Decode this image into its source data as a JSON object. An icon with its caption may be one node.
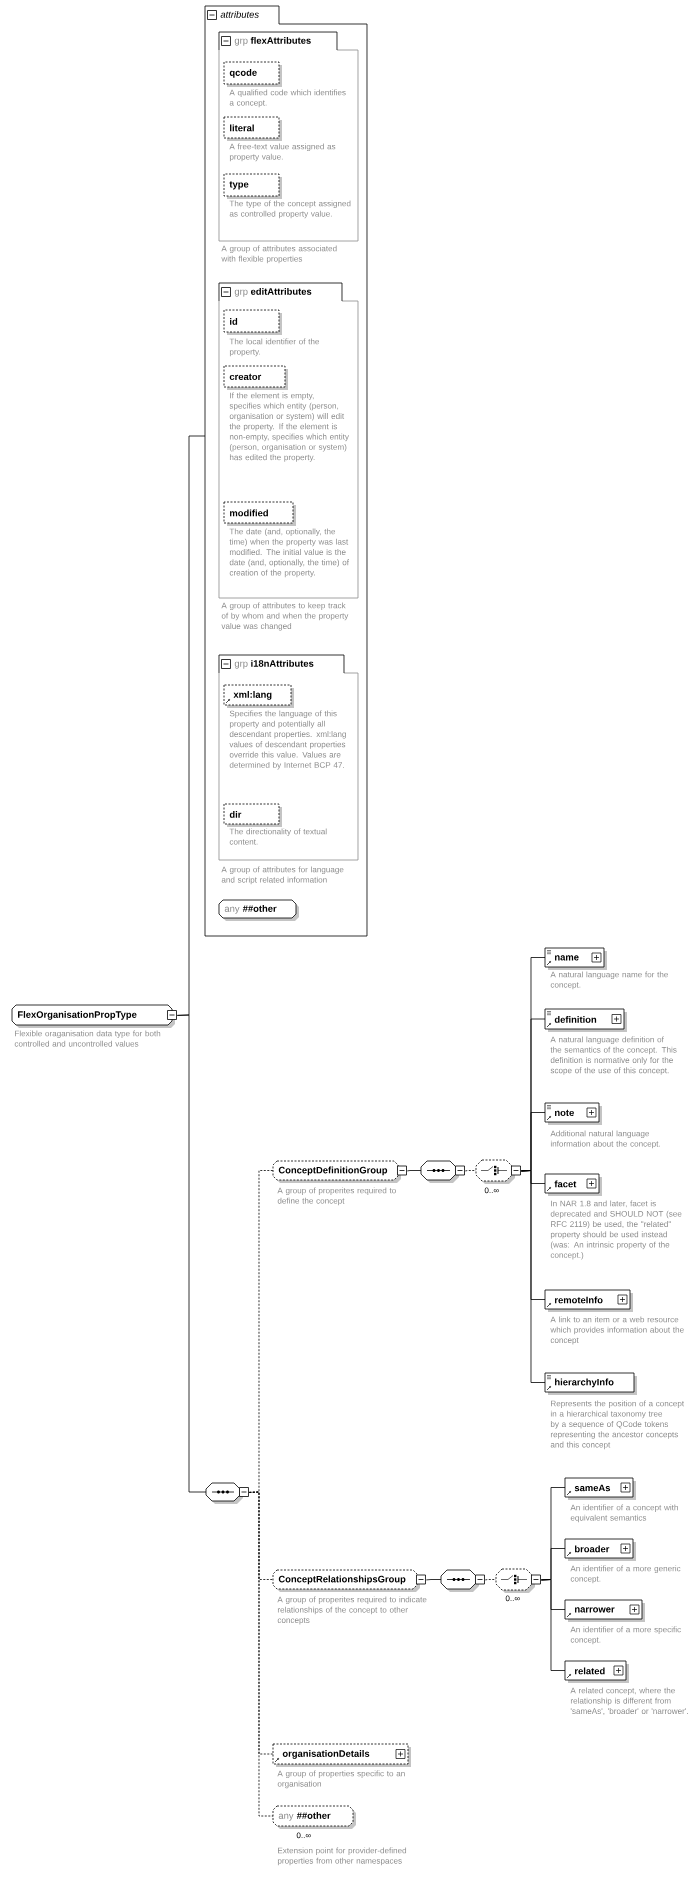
{
  "diagram": {
    "nodes": [
      {
        "text": [
          "FlexOrganisationPropType"
        ],
        "beside": [
          "Flexible oraganisation data type for both controlled and uncontrolled values"
        ]
      },
      {
        "text": [
          "attributes"
        ]
      },
      {
        "text": [
          "grp",
          "flexAttributes"
        ],
        "in": 1,
        "beside": [
          "A group of attributes associated with flexible properties"
        ]
      },
      {
        "text": [
          "qcode"
        ],
        "in": 2,
        "beside": [
          "A qualified code which identifies a concept."
        ]
      },
      {
        "text": [
          "literal"
        ],
        "in": 2,
        "beside": [
          "A free-text value assigned as property value."
        ]
      },
      {
        "text": [
          "type"
        ],
        "in": 2,
        "beside": [
          "The type of the concept assigned as controlled property value."
        ]
      },
      {
        "text": [
          "grp",
          "editAttributes"
        ],
        "in": 1,
        "beside": [
          "A group of attributes to keep track of by whom and when the property value was changed"
        ]
      },
      {
        "text": [
          "id"
        ],
        "in": 6,
        "beside": [
          "The local identifier of the property."
        ]
      },
      {
        "text": [
          "creator"
        ],
        "in": 6,
        "beside": [
          "If the element is empty, specifies which entity (person, organisation or system) will edit the property. If the element is non-empty, specifies which entity (person, organisation or system) has edited the property."
        ]
      },
      {
        "text": [
          "modified"
        ],
        "in": 6,
        "beside": [
          "The date (and, optionally, the time) when the property was last modified. The initial value is the date (and, optionally, the time) of creation of the property."
        ]
      },
      {
        "text": [
          "grp",
          "i18nAttributes"
        ],
        "in": 1,
        "beside": [
          "A group of attributes for language and script related information"
        ]
      },
      {
        "text": [
          "xml:lang"
        ],
        "in": 10,
        "beside": [
          "Specifies the language of this property and potentially all descendant properties. xml:lang values of descendant properties override this value. Values are determined by Internet BCP 47."
        ]
      },
      {
        "text": [
          "dir"
        ],
        "in": 10,
        "beside": [
          "The directionality of textual content."
        ]
      },
      {
        "text": [
          "any",
          "##other"
        ],
        "in": 1
      },
      {
        "text": [],
        "shape": "octagon"
      },
      {
        "text": [
          "ConceptDefinitionGroup"
        ],
        "beside": [
          "A group of properites required to define the concept"
        ]
      },
      {
        "text": [],
        "shape": "octagon"
      },
      {
        "text": [],
        "shape": "octagon",
        "beside": [
          "0..∞"
        ]
      },
      {
        "text": [
          "name"
        ],
        "beside": [
          "A natural language name for the concept."
        ]
      },
      {
        "text": [
          "definition"
        ],
        "beside": [
          "A natural language definition of the semantics of the concept. This definition is normative only for the scope of the use of this concept."
        ]
      },
      {
        "text": [
          "note"
        ],
        "beside": [
          "Additional natural language information about the concept."
        ]
      },
      {
        "text": [
          "facet"
        ],
        "beside": [
          "In NAR 1.8 and later, facet is deprecated and SHOULD NOT (see RFC 2119) be used, the \"related\" property should be used instead (was: An intrinsic property of the concept.)"
        ]
      },
      {
        "text": [
          "remoteInfo"
        ],
        "beside": [
          "A link to an item or a web resource which provides information about the concept"
        ]
      },
      {
        "text": [
          "hierarchyInfo"
        ],
        "beside": [
          "Represents the position of a concept in a hierarchical taxonomy tree by a sequence of QCode tokens representing the ancestor concepts and this concept"
        ]
      },
      {
        "text": [
          "ConceptRelationshipsGroup"
        ],
        "beside": [
          "A group of properites required to indicate relationships of the concept to other concepts"
        ]
      },
      {
        "text": [],
        "shape": "octagon"
      },
      {
        "text": [],
        "shape": "octagon",
        "beside": [
          "0..∞"
        ]
      },
      {
        "text": [
          "sameAs"
        ],
        "beside": [
          "An identifier of a concept with equivalent semantics"
        ]
      },
      {
        "text": [
          "broader"
        ],
        "beside": [
          "An identifier of a more generic concept."
        ]
      },
      {
        "text": [
          "narrower"
        ],
        "beside": [
          "An identifier of a more specific concept."
        ]
      },
      {
        "text": [
          "related"
        ],
        "beside": [
          "A related concept, where the relationship is different from 'sameAs', 'broader' or 'narrower'."
        ]
      },
      {
        "text": [
          "organisationDetails"
        ],
        "beside": [
          "A group of properties specific to an organisation"
        ]
      },
      {
        "text": [
          "any",
          "##other"
        ],
        "beside": [
          "0..∞",
          "Extension point for provider-defined properties from other namespaces"
        ]
      }
    ],
    "edges": [
      {
        "from": 0,
        "to": 1,
        "arrow": "none"
      },
      {
        "from": 0,
        "to": 14,
        "arrow": "none"
      },
      {
        "from": 14,
        "to": 15,
        "arrow": "none",
        "style": "dashed"
      },
      {
        "from": 14,
        "to": 24,
        "arrow": "none",
        "style": "dashed"
      },
      {
        "from": 14,
        "to": 31,
        "arrow": "none",
        "style": "dashed"
      },
      {
        "from": 14,
        "to": 32,
        "arrow": "none",
        "style": "dashed"
      },
      {
        "from": 15,
        "to": 16,
        "arrow": "none"
      },
      {
        "from": 16,
        "to": 17,
        "arrow": "none",
        "style": "dashed"
      },
      {
        "from": 17,
        "to": 18,
        "arrow": "none"
      },
      {
        "from": 17,
        "to": 19,
        "arrow": "none"
      },
      {
        "from": 17,
        "to": 20,
        "arrow": "none"
      },
      {
        "from": 17,
        "to": 21,
        "arrow": "none"
      },
      {
        "from": 17,
        "to": 22,
        "arrow": "none"
      },
      {
        "from": 17,
        "to": 23,
        "arrow": "none"
      },
      {
        "from": 24,
        "to": 25,
        "arrow": "none"
      },
      {
        "from": 25,
        "to": 26,
        "arrow": "none",
        "style": "dashed"
      },
      {
        "from": 26,
        "to": 27,
        "arrow": "none"
      },
      {
        "from": 26,
        "to": 28,
        "arrow": "none"
      },
      {
        "from": 26,
        "to": 29,
        "arrow": "none"
      },
      {
        "from": 26,
        "to": 30,
        "arrow": "none"
      }
    ]
  }
}
